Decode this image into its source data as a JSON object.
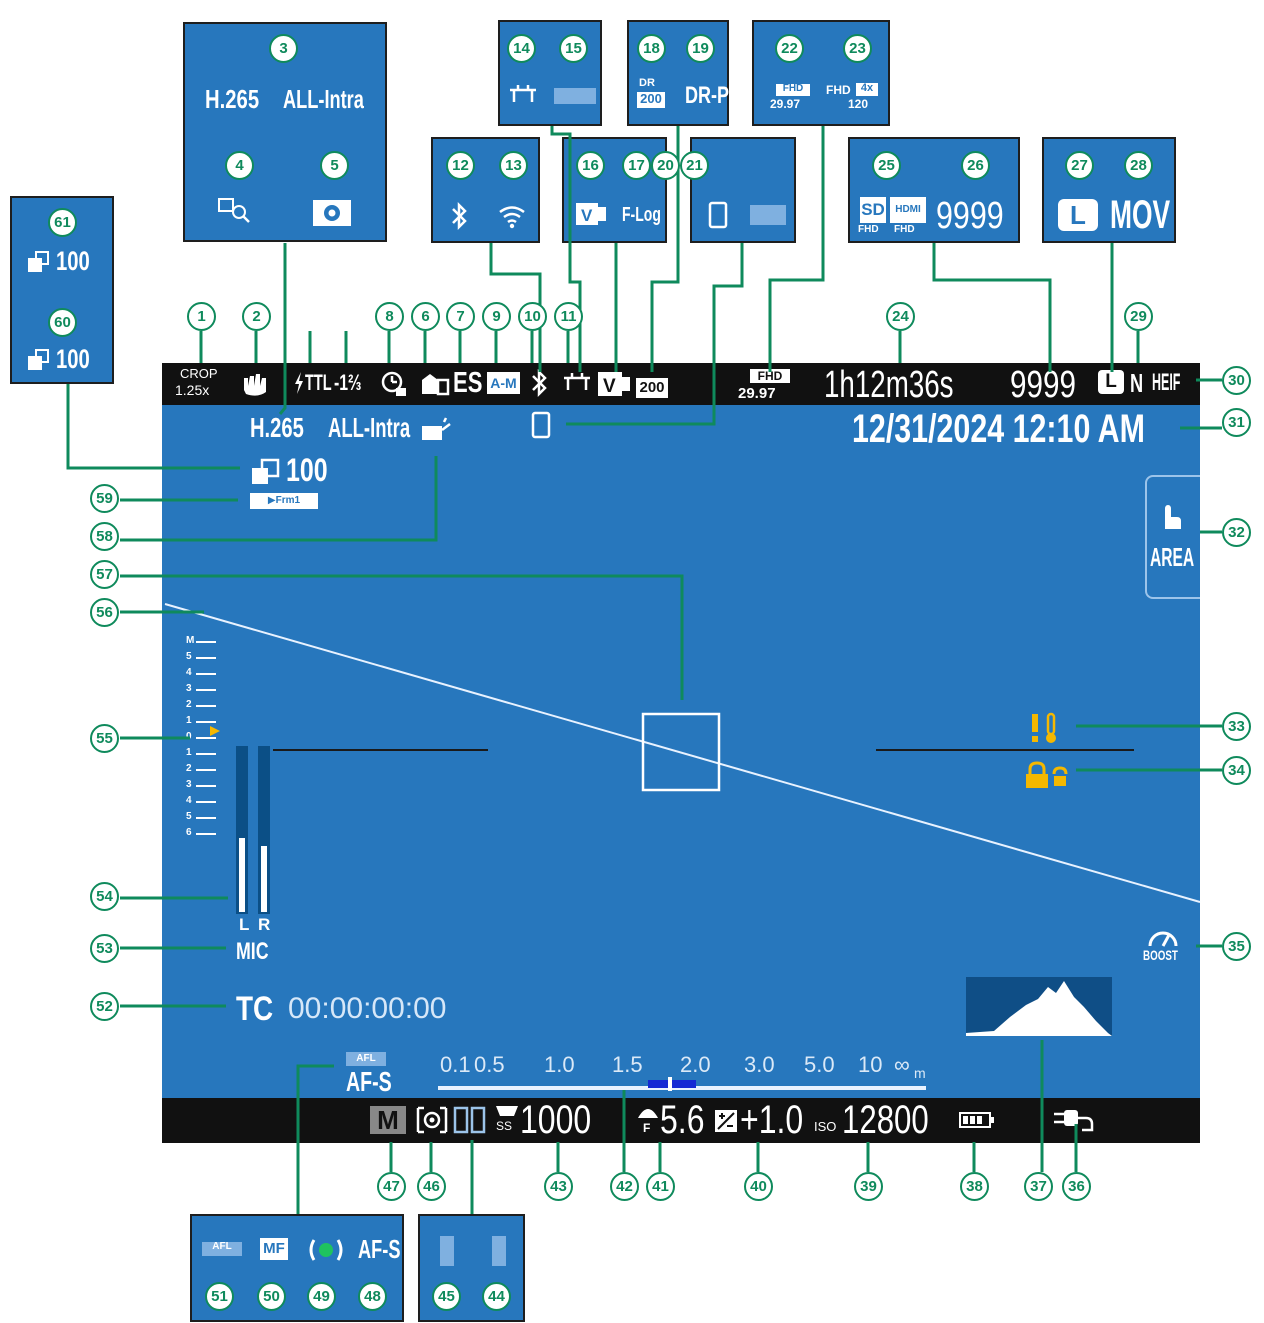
{
  "top_bar": {
    "crop": "CROP",
    "crop_factor": "1.25x",
    "flash_mode": "TTL",
    "flash_comp": "-1⅔",
    "shutter_type": "ES",
    "focus_mode_switch": "A-M",
    "movie_format": "FHD",
    "frame_rate": "29.97",
    "recording_time": "1h12m36s",
    "frames_remaining": "9999",
    "quality": "N",
    "file_format": "HEIF"
  },
  "date_time": "12/31/2024 12:10 AM",
  "codec": "H.265",
  "compression": "ALL-Intra",
  "focus_area_button": "AREA",
  "boost": "BOOST",
  "frame_counter_main": "100",
  "preview_label": "▶Frm1",
  "level_scale": [
    "M",
    "5",
    "4",
    "3",
    "2",
    "1",
    "0",
    "1",
    "2",
    "3",
    "4",
    "5",
    "6"
  ],
  "audio_channels": [
    "L",
    "R"
  ],
  "mic": "MIC",
  "timecode_label": "TC",
  "timecode": "00:00:00:00",
  "afl": "AFL",
  "focus_mode": "AF-S",
  "distance_scale": [
    "0.1",
    "0.5",
    "1.0",
    "1.5",
    "2.0",
    "3.0",
    "5.0",
    "10",
    "∞"
  ],
  "distance_unit": "m",
  "bottom_bar": {
    "exposure_mode": "M",
    "ss_label": "SS",
    "shutter_speed": "1000",
    "aperture_label": "F",
    "aperture": "5.6",
    "exposure_comp": "+1.0",
    "iso_label": "ISO",
    "iso": "12800"
  },
  "insets": {
    "codec_box": {
      "codec": "H.265",
      "compression": "ALL-Intra"
    },
    "dr_box": {
      "dr": "DR",
      "dr_value": "200",
      "drp": "DR-P"
    },
    "fhd_box": {
      "fhd": "FHD",
      "fps": "29.97",
      "fhd2": "FHD",
      "mult": "4x",
      "hs": "120"
    },
    "fl_box": {
      "flog": "F-Log"
    },
    "card_box": {
      "sd": "SD",
      "hdmi": "HDMI",
      "sd_sub": "FHD",
      "hdmi_sub": "FHD",
      "frames": "9999"
    },
    "size_box": {
      "size": "L",
      "format": "MOV"
    },
    "frame_box": {
      "count_a": "100",
      "count_b": "100"
    },
    "af_box": {
      "afl": "AFL",
      "mf": "MF",
      "afs": "AF-S"
    }
  },
  "callouts": [
    "1",
    "2",
    "3",
    "4",
    "5",
    "6",
    "7",
    "8",
    "9",
    "10",
    "11",
    "12",
    "13",
    "14",
    "15",
    "16",
    "17",
    "18",
    "19",
    "20",
    "21",
    "22",
    "23",
    "24",
    "25",
    "26",
    "27",
    "28",
    "29",
    "30",
    "31",
    "32",
    "33",
    "34",
    "35",
    "36",
    "37",
    "38",
    "39",
    "40",
    "41",
    "42",
    "43",
    "44",
    "45",
    "46",
    "47",
    "48",
    "49",
    "50",
    "51",
    "52",
    "53",
    "54",
    "55",
    "56",
    "57",
    "58",
    "59",
    "60",
    "61"
  ],
  "colors": {
    "screen": "#2777bd",
    "bar": "#111111",
    "callout": "#0f8a5c",
    "warning": "#f5b800",
    "white": "#ffffff"
  }
}
